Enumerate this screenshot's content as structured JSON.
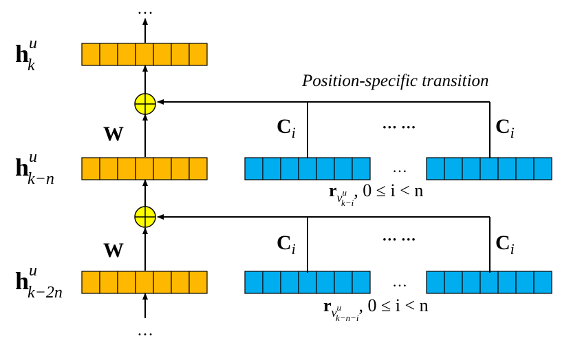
{
  "labels": {
    "dots_top": "…",
    "dots_bottom": "…",
    "h_k": {
      "base": "h",
      "sup": "u",
      "sub": "k"
    },
    "h_k_n": {
      "base": "h",
      "sup": "u",
      "sub": "k−n"
    },
    "h_k_2n": {
      "base": "h",
      "sup": "u",
      "sub": "k−2n"
    },
    "w_upper": "W",
    "w_lower": "W",
    "position_specific_transition": "Position-specific transition",
    "c_upper_left": {
      "base": "C",
      "sub": "i"
    },
    "c_upper_right": {
      "base": "C",
      "sub": "i"
    },
    "c_lower_left": {
      "base": "C",
      "sub": "i"
    },
    "c_lower_right": {
      "base": "C",
      "sub": "i"
    },
    "middots_upper": "··· ···",
    "middots_lower": "··· ···",
    "row_dots_upper": "…",
    "row_dots_lower": "…",
    "r_upper": {
      "base": "r",
      "sub": "v",
      "subsup": "u",
      "subsub": "k−i",
      "tail": ", 0 ≤ i < n"
    },
    "r_lower": {
      "base": "r",
      "sub": "v",
      "subsup": "u",
      "subsub": "k−n−i",
      "tail": ", 0 ≤ i < n"
    }
  },
  "colors": {
    "hidden_cell": "#FFB800",
    "item_cell": "#00AEEF",
    "adder_fill": "#FFFF00",
    "line": "#000000"
  }
}
